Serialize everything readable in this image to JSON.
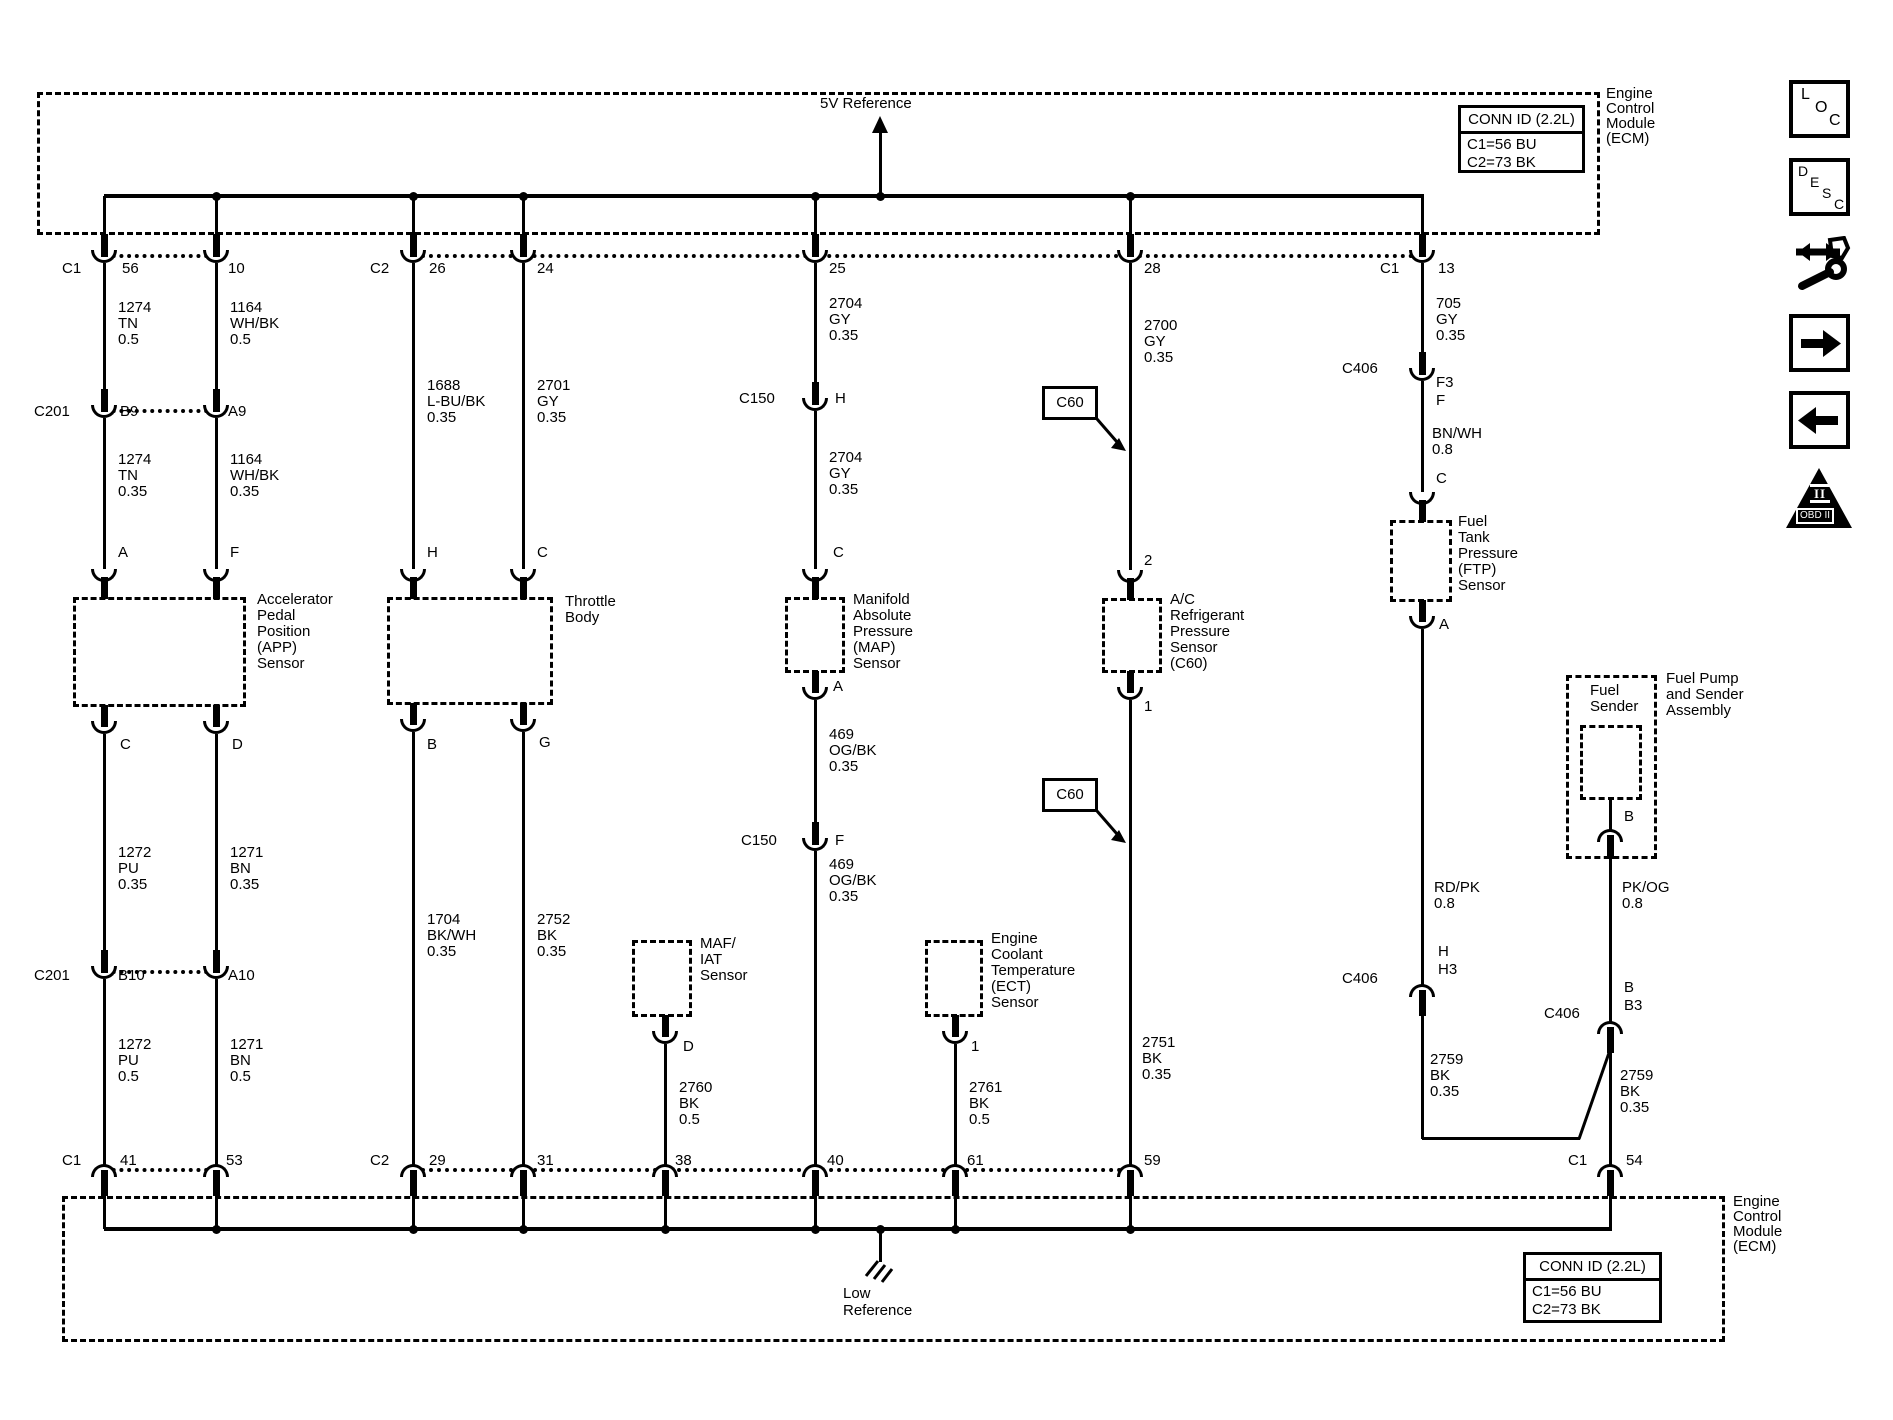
{
  "references": {
    "five_v": "5V Reference",
    "low_lines": [
      "Low",
      "Reference"
    ]
  },
  "ecm_top": {
    "name_lines": [
      "Engine",
      "Control",
      "Module",
      "(ECM)"
    ],
    "conn_id_title": "CONN ID (2.2L)",
    "conn_id_c1": "C1=56 BU",
    "conn_id_c2": "C2=73 BK"
  },
  "ecm_bottom": {
    "name_lines": [
      "Engine",
      "Control",
      "Module",
      "(ECM)"
    ],
    "conn_id_title": "CONN ID (2.2L)",
    "conn_id_c1": "C1=56 BU",
    "conn_id_c2": "C2=73 BK"
  },
  "c60_callout": "C60",
  "columns": {
    "col1": {
      "top_conn": "C1",
      "top_pin": "56",
      "wire_top": [
        "1274",
        "TN",
        "0.5"
      ],
      "splice_top_conn": "C201",
      "splice_top_pin": "B9",
      "wire_mid": [
        "1274",
        "TN",
        "0.35"
      ],
      "dev_pin_top": "A",
      "dev_pin_bottom": "C",
      "wire_low": [
        "1272",
        "PU",
        "0.35"
      ],
      "splice_bot_conn": "C201",
      "splice_bot_pin": "B10",
      "wire_bottom": [
        "1272",
        "PU",
        "0.5"
      ],
      "bot_conn": "C1",
      "bot_pin": "41"
    },
    "col2": {
      "top_pin": "10",
      "wire_top": [
        "1164",
        "WH/BK",
        "0.5"
      ],
      "splice_top_pin": "A9",
      "wire_mid": [
        "1164",
        "WH/BK",
        "0.35"
      ],
      "dev_pin_top": "F",
      "dev_pin_bottom": "D",
      "wire_low": [
        "1271",
        "BN",
        "0.35"
      ],
      "splice_bot_pin": "A10",
      "wire_bottom": [
        "1271",
        "BN",
        "0.5"
      ],
      "bot_pin": "53"
    },
    "col3": {
      "top_conn": "C2",
      "top_pin": "26",
      "wire_top": [
        "1688",
        "L-BU/BK",
        "0.35"
      ],
      "dev_pin_top": "H",
      "dev_pin_bottom": "B",
      "wire_bottom": [
        "1704",
        "BK/WH",
        "0.35"
      ],
      "bot_conn": "C2",
      "bot_pin": "29"
    },
    "col4": {
      "top_pin": "24",
      "wire_top": [
        "2701",
        "GY",
        "0.35"
      ],
      "dev_pin_top": "C",
      "dev_pin_bottom": "G",
      "wire_bottom": [
        "2752",
        "BK",
        "0.35"
      ],
      "bot_pin": "31"
    },
    "col5": {
      "top_pin": "25",
      "wire_top": [
        "2704",
        "GY",
        "0.35"
      ],
      "splice_top_conn": "C150",
      "splice_top_pin": "H",
      "wire_mid": [
        "2704",
        "GY",
        "0.35"
      ],
      "dev_pin_top": "C",
      "dev_pin_bottom": "A",
      "wire_low": [
        "469",
        "OG/BK",
        "0.35"
      ],
      "splice_bot_conn": "C150",
      "splice_bot_pin": "F",
      "wire_bottom": [
        "469",
        "OG/BK",
        "0.35"
      ],
      "bot_pin": "40"
    },
    "maf": {
      "dev_pin_bottom": "D",
      "wire_bottom": [
        "2760",
        "BK",
        "0.5"
      ],
      "bot_pin": "38"
    },
    "ect": {
      "dev_pin_bottom": "1",
      "wire_bottom": [
        "2761",
        "BK",
        "0.5"
      ],
      "bot_pin": "61"
    },
    "col6": {
      "top_pin": "28",
      "wire_top": [
        "2700",
        "GY",
        "0.35"
      ],
      "dev_pin_top": "2",
      "dev_pin_bottom": "1",
      "wire_bottom": [
        "2751",
        "BK",
        "0.35"
      ],
      "bot_pin": "59"
    },
    "col9": {
      "top_conn": "C1",
      "top_pin": "13",
      "wire_top": [
        "705",
        "GY",
        "0.35"
      ],
      "splice_top_conn": "C406",
      "splice_top_pin": "F3",
      "splice_top_pin2": "F",
      "wire_mid": [
        "BN/WH",
        "0.8"
      ],
      "dev_pin_top": "C",
      "dev_pin_bottom": "A",
      "wire_low": [
        "RD/PK",
        "0.8"
      ],
      "splice_bot_conn": "C406",
      "splice_bot_pin": "H",
      "splice_bot_pin2": "H3",
      "wire_bottom": [
        "2759",
        "BK",
        "0.35"
      ]
    },
    "col10": {
      "dev_pin_bottom": "B",
      "wire_low": [
        "PK/OG",
        "0.8"
      ],
      "splice_bot_conn": "C406",
      "splice_bot_pin": "B",
      "splice_bot_pin2": "B3",
      "wire_bottom": [
        "2759",
        "BK",
        "0.35"
      ],
      "bot_conn": "C1",
      "bot_pin": "54"
    }
  },
  "devices": {
    "app": [
      "Accelerator",
      "Pedal",
      "Position",
      "(APP)",
      "Sensor"
    ],
    "throttle": [
      "Throttle",
      "Body"
    ],
    "map": [
      "Manifold",
      "Absolute",
      "Pressure",
      "(MAP)",
      "Sensor"
    ],
    "ac": [
      "A/C",
      "Refrigerant",
      "Pressure",
      "Sensor",
      "(C60)"
    ],
    "ftp": [
      "Fuel",
      "Tank",
      "Pressure",
      "(FTP)",
      "Sensor"
    ],
    "maf": [
      "MAF/",
      "IAT",
      "Sensor"
    ],
    "ect": [
      "Engine",
      "Coolant",
      "Temperature",
      "(ECT)",
      "Sensor"
    ],
    "fuel_sender": [
      "Fuel",
      "Sender"
    ],
    "fuel_assembly": [
      "Fuel Pump",
      "and Sender",
      "Assembly"
    ]
  },
  "icons": {
    "loc": [
      "L",
      "O",
      "C"
    ],
    "desc": [
      "D",
      "E",
      "S",
      "C"
    ],
    "obd_numeral": "II",
    "obd_label": "OBD II"
  }
}
